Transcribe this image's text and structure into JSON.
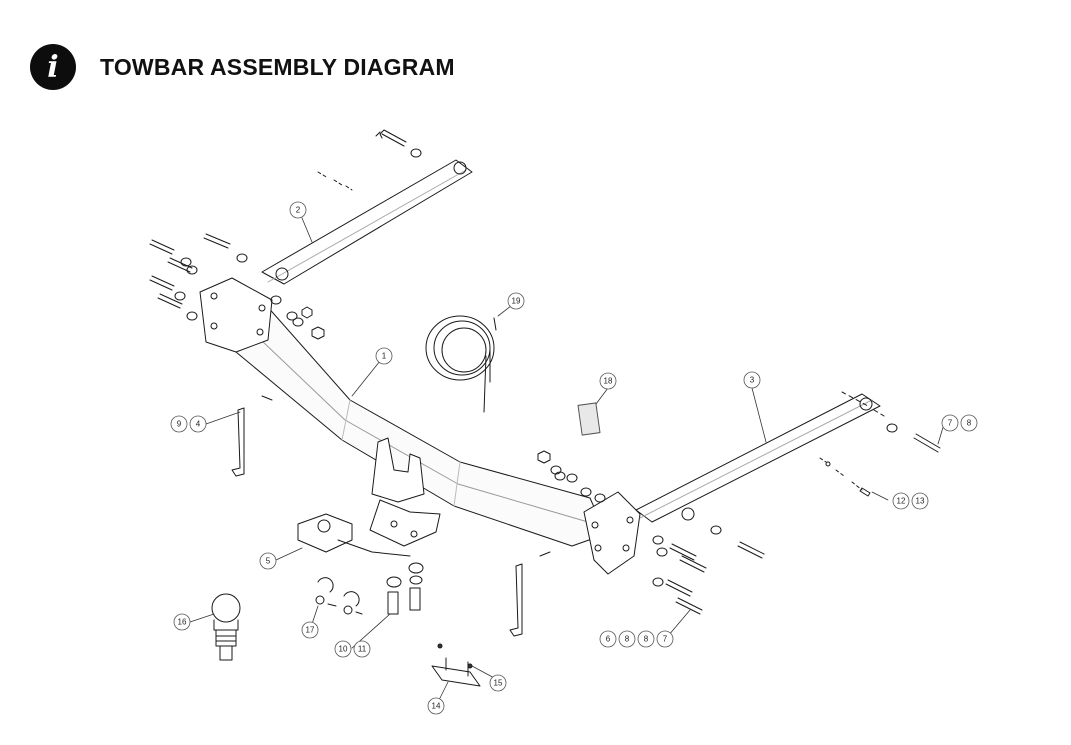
{
  "header": {
    "icon": "info-icon",
    "title": "TOWBAR ASSEMBLY DIAGRAM"
  },
  "callouts": [
    {
      "id": "c1",
      "labels": [
        "1"
      ]
    },
    {
      "id": "c2",
      "labels": [
        "2"
      ]
    },
    {
      "id": "c3",
      "labels": [
        "3"
      ]
    },
    {
      "id": "c5",
      "labels": [
        "5"
      ]
    },
    {
      "id": "c14",
      "labels": [
        "14"
      ]
    },
    {
      "id": "c15",
      "labels": [
        "15"
      ]
    },
    {
      "id": "c16",
      "labels": [
        "16"
      ]
    },
    {
      "id": "c17",
      "labels": [
        "17"
      ]
    },
    {
      "id": "c18",
      "labels": [
        "18"
      ]
    },
    {
      "id": "c19",
      "labels": [
        "19"
      ]
    },
    {
      "id": "c94",
      "labels": [
        "9",
        "4"
      ]
    },
    {
      "id": "c78",
      "labels": [
        "7",
        "8"
      ]
    },
    {
      "id": "c1213",
      "labels": [
        "12",
        "13"
      ]
    },
    {
      "id": "c1011",
      "labels": [
        "10",
        "11"
      ]
    },
    {
      "id": "c6887",
      "labels": [
        "6",
        "8",
        "8",
        "7"
      ]
    }
  ]
}
